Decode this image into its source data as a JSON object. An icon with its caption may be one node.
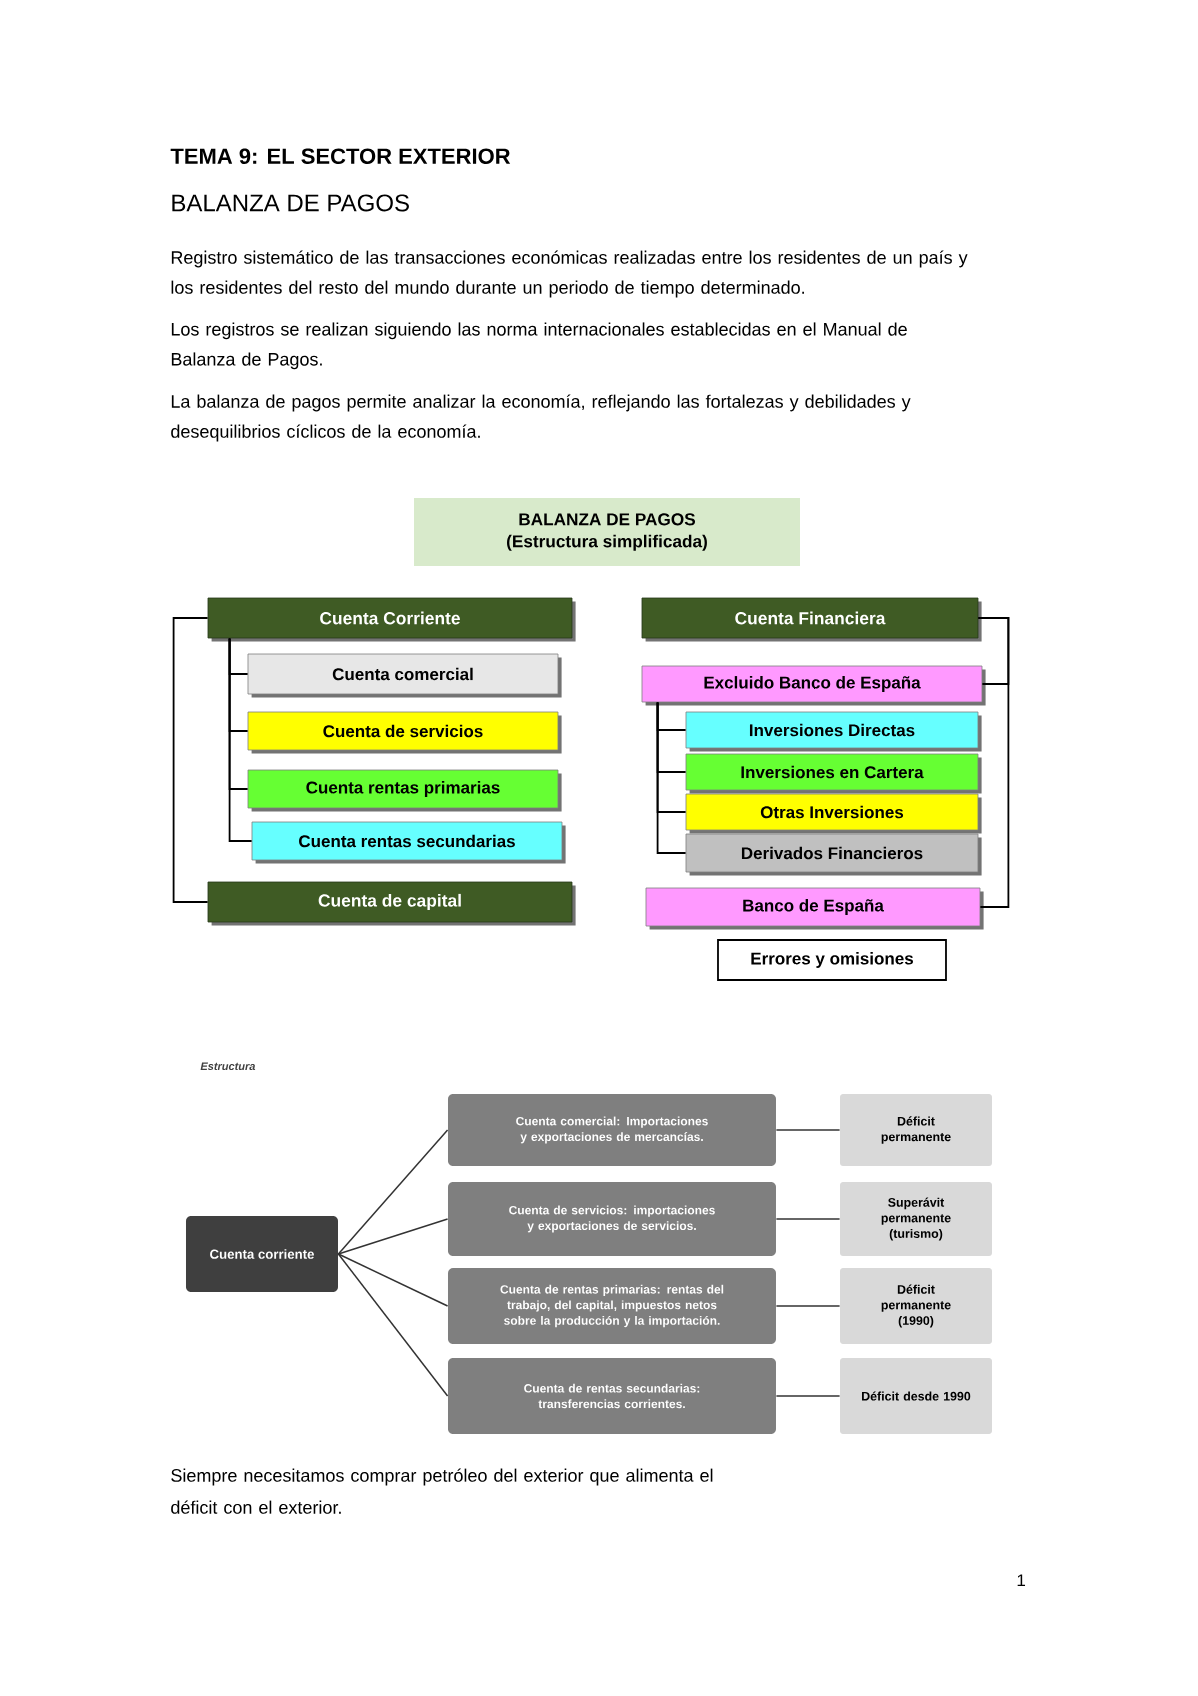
{
  "diagram": {
    "title": "TEMA 9: EL SECTOR EXTERIOR",
    "nodes": [
      {
        "text": [
          "BALANZA DE PAGOS",
          "(Estructura simplificada)"
        ]
      },
      {
        "text": [
          "Cuenta Corriente"
        ]
      },
      {
        "text": [
          "Cuenta comercial"
        ]
      },
      {
        "text": [
          "Cuenta de servicios"
        ]
      },
      {
        "text": [
          "Cuenta rentas primarias"
        ]
      },
      {
        "text": [
          "Cuenta rentas secundarias"
        ]
      },
      {
        "text": [
          "Cuenta de capital"
        ]
      },
      {
        "text": [
          "Cuenta Financiera"
        ]
      },
      {
        "text": [
          "Excluido Banco de España"
        ]
      },
      {
        "text": [
          "Inversiones Directas"
        ]
      },
      {
        "text": [
          "Inversiones en Cartera"
        ]
      },
      {
        "text": [
          "Otras Inversiones"
        ]
      },
      {
        "text": [
          "Derivados Financieros"
        ]
      },
      {
        "text": [
          "Banco de España"
        ]
      },
      {
        "text": [
          "Errores y omisiones"
        ]
      },
      {
        "text": [
          "Cuenta corriente"
        ]
      },
      {
        "text": [
          "Cuenta comercial: Importaciones y exportaciones de mercancías."
        ]
      },
      {
        "text": [
          "Déficit permanente"
        ]
      },
      {
        "text": [
          "Cuenta de servicios: importaciones y exportaciones de servicios."
        ]
      },
      {
        "text": [
          "Superávit permanente (turismo)"
        ]
      },
      {
        "text": [
          "Cuenta de rentas primarias: rentas del trabajo, del capital, impuestos netos sobre la producción y la importación."
        ]
      },
      {
        "text": [
          "Déficit permanente (1990)"
        ]
      },
      {
        "text": [
          "Cuenta de rentas secundarias: transferencias corrientes."
        ]
      },
      {
        "text": [
          "Déficit desde 1990"
        ]
      }
    ],
    "edges": [
      {
        "from": 1,
        "to": 6,
        "arrow": "none"
      },
      {
        "from": 1,
        "to": 2,
        "arrow": "none"
      },
      {
        "from": 1,
        "to": 3,
        "arrow": "none"
      },
      {
        "from": 1,
        "to": 4,
        "arrow": "none"
      },
      {
        "from": 1,
        "to": 5,
        "arrow": "none"
      },
      {
        "from": 7,
        "to": 8,
        "arrow": "none"
      },
      {
        "from": 7,
        "to": 13,
        "arrow": "none"
      },
      {
        "from": 8,
        "to": 9,
        "arrow": "none"
      },
      {
        "from": 8,
        "to": 10,
        "arrow": "none"
      },
      {
        "from": 8,
        "to": 11,
        "arrow": "none"
      },
      {
        "from": 8,
        "to": 12,
        "arrow": "none"
      },
      {
        "from": 15,
        "to": 16,
        "arrow": "none"
      },
      {
        "from": 15,
        "to": 18,
        "arrow": "none"
      },
      {
        "from": 15,
        "to": 20,
        "arrow": "none"
      },
      {
        "from": 15,
        "to": 22,
        "arrow": "none"
      },
      {
        "from": 16,
        "to": 17,
        "arrow": "none"
      },
      {
        "from": 18,
        "to": 19,
        "arrow": "none"
      },
      {
        "from": 20,
        "to": 21,
        "arrow": "none"
      },
      {
        "from": 22,
        "to": 23,
        "arrow": "none"
      }
    ],
    "labels": [
      "BALANZA DE PAGOS",
      "Registro sistemático de las transacciones económicas realizadas entre los residentes de un país y los residentes del resto del mundo durante un periodo de tiempo determinado.",
      "Los registros se realizan siguiendo las norma internacionales establecidas en el Manual de Balanza de Pagos.",
      "La balanza de pagos permite analizar la economía, reflejando las fortalezas y debilidades y desequilibrios cíclicos de la economía.",
      "Estructura",
      "Siempre necesitamos comprar petróleo del exterior que alimenta el déficit con el exterior.",
      "1"
    ]
  }
}
